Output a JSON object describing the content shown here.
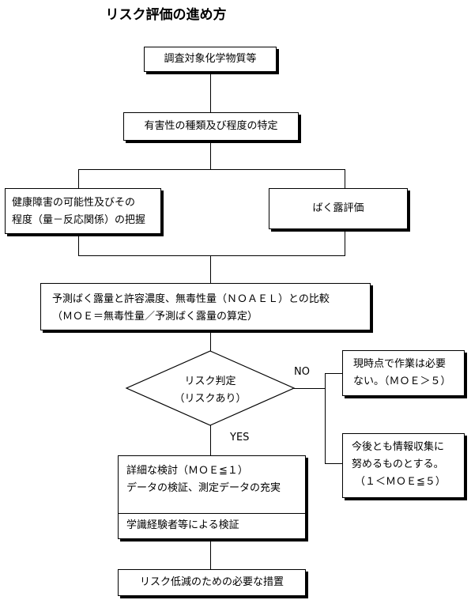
{
  "title": "リスク評価の進め方",
  "nodes": {
    "target": "調査対象化学物質等",
    "hazard": "有害性の種類及び程度の特定",
    "dose_response": [
      "健康障害の可能性及びその",
      "程度（量－反応関係）の把握"
    ],
    "exposure": "ばく露評価",
    "compare": [
      "予測ばく露量と許容濃度、無毒性量（ＮＯＡＥＬ）との比較",
      "（ＭＯＥ＝無毒性量／予測ばく露量の算定）"
    ],
    "decision": [
      "リスク判定",
      "（リスクあり）"
    ],
    "no_action": [
      "現時点で作業は必要",
      "ない。（ＭＯＥ＞５）"
    ],
    "info_collect": [
      "今後とも情報収集に",
      "努めるものとする。",
      "（１＜ＭＯＥ≦５）"
    ],
    "detail": [
      "詳細な検討（ＭＯＥ≦１）",
      "データの検証、測定データの充実"
    ],
    "expert": "学識経験者等による検証",
    "measures": "リスク低減のための必要な措置"
  },
  "labels": {
    "no": "NO",
    "yes": "YES"
  }
}
